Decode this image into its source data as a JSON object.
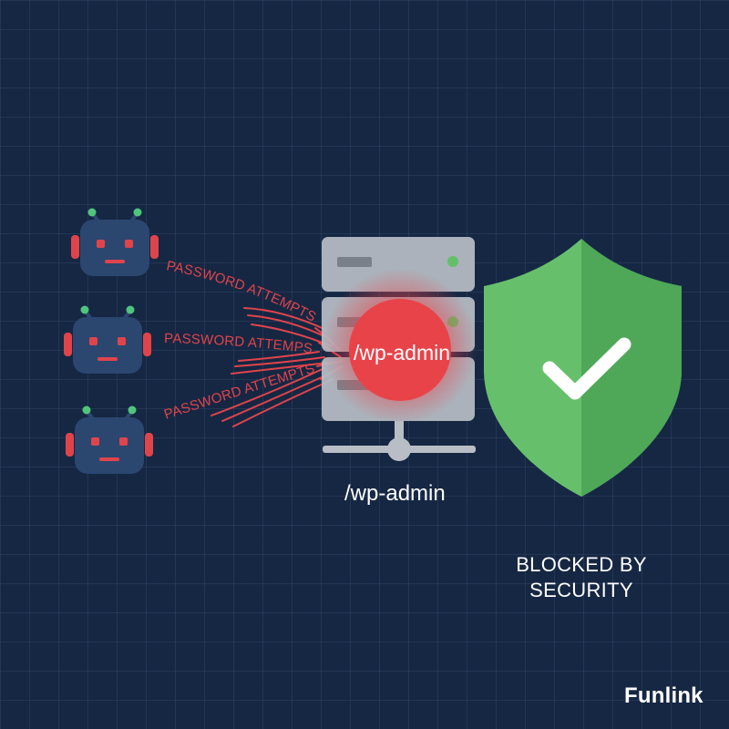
{
  "attacks": [
    {
      "label": "PASSWORD ATTEMPTS"
    },
    {
      "label": "PASSWORD ATTEMPS"
    },
    {
      "label": "PASSWORD ATTEMPTS"
    }
  ],
  "server": {
    "badge_label": "/wp-admin",
    "caption": "/wp-admin"
  },
  "shield": {
    "status_line1": "BLOCKED BY",
    "status_line2": "SECURITY"
  },
  "brand": {
    "logo_text": "Funlink"
  },
  "colors": {
    "background": "#162743",
    "bot_body": "#2b4770",
    "bot_accent": "#e0444b",
    "antenna_tip": "#4fc47c",
    "attack_text": "#e0444b",
    "server": "#b9bec6",
    "alert": "#e9434a",
    "shield_light": "#66c06b",
    "shield_dark": "#4ea858"
  },
  "icons": [
    "bot-icon",
    "server-icon",
    "shield-check-icon"
  ]
}
